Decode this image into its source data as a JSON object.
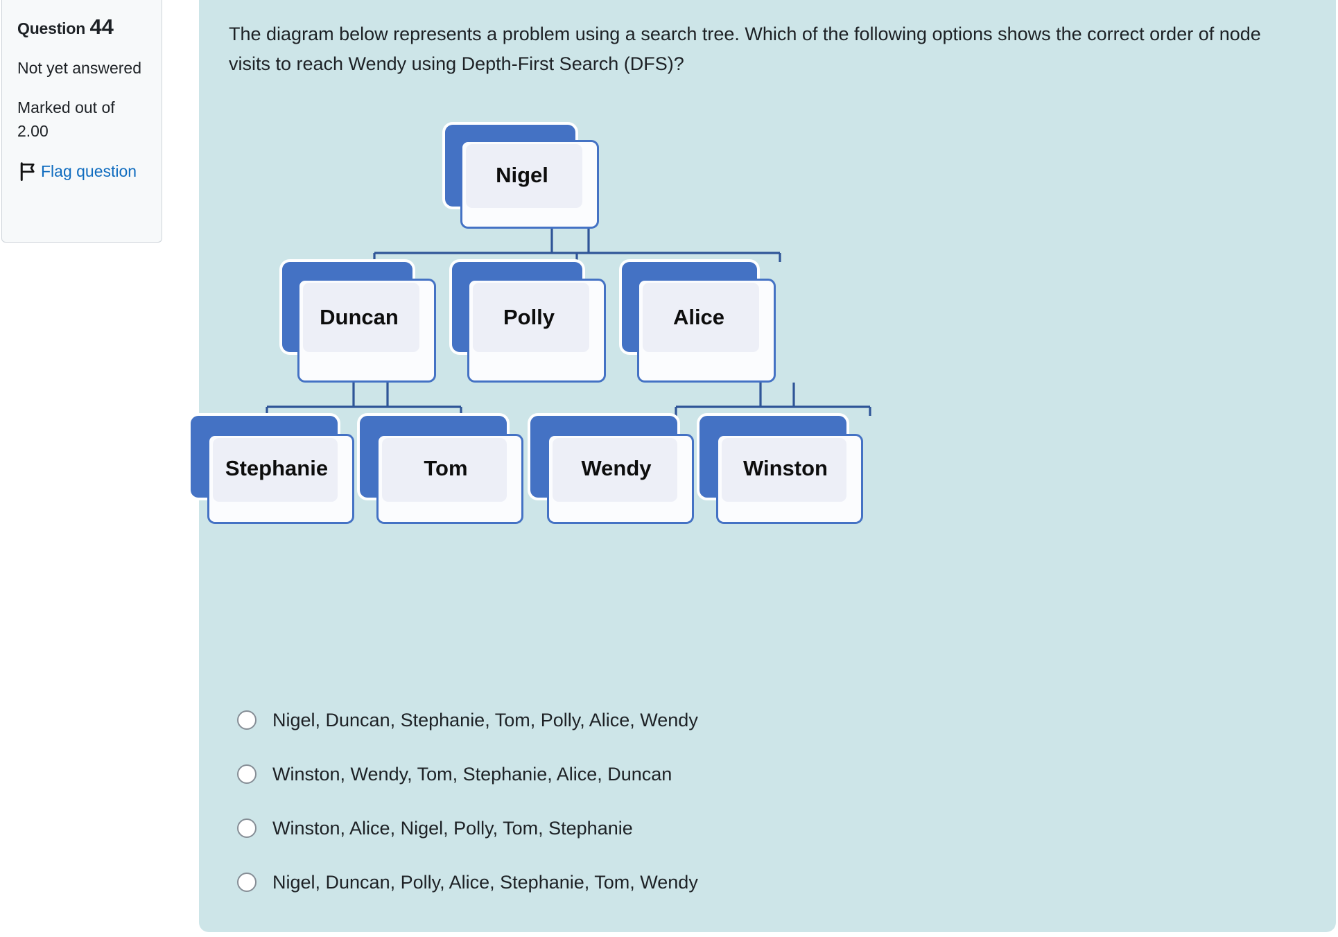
{
  "sidebar": {
    "heading_word": "Question",
    "heading_number": "44",
    "status": "Not yet answered",
    "marks": "Marked out of 2.00",
    "flag_label": "Flag question",
    "flag_icon": "flag-icon",
    "link_color": "#0f6cbf"
  },
  "question": {
    "text": "The diagram below represents a problem using a search tree. Which of the following options shows the correct order of node visits to reach Wendy using Depth-First Search (DFS)?"
  },
  "diagram": {
    "type": "tree",
    "accent_color": "#4472c4",
    "panel_color": "#cde5e8",
    "node_inner_color": "#edeff7",
    "root": "Nigel",
    "nodes": [
      {
        "id": "nigel",
        "label": "Nigel",
        "level": 0,
        "parent": null
      },
      {
        "id": "duncan",
        "label": "Duncan",
        "level": 1,
        "parent": "nigel"
      },
      {
        "id": "polly",
        "label": "Polly",
        "level": 1,
        "parent": "nigel"
      },
      {
        "id": "alice",
        "label": "Alice",
        "level": 1,
        "parent": "nigel"
      },
      {
        "id": "stephanie",
        "label": "Stephanie",
        "level": 2,
        "parent": "duncan"
      },
      {
        "id": "tom",
        "label": "Tom",
        "level": 2,
        "parent": "duncan"
      },
      {
        "id": "wendy",
        "label": "Wendy",
        "level": 2,
        "parent": "alice"
      },
      {
        "id": "winston",
        "label": "Winston",
        "level": 2,
        "parent": "alice"
      }
    ]
  },
  "options": [
    {
      "id": "opt1",
      "label": "Nigel, Duncan, Stephanie, Tom, Polly, Alice, Wendy",
      "selected": false
    },
    {
      "id": "opt2",
      "label": "Winston, Wendy, Tom, Stephanie, Alice, Duncan",
      "selected": false
    },
    {
      "id": "opt3",
      "label": "Winston, Alice, Nigel, Polly, Tom, Stephanie",
      "selected": false
    },
    {
      "id": "opt4",
      "label": "Nigel, Duncan, Polly, Alice, Stephanie, Tom, Wendy",
      "selected": false
    }
  ]
}
